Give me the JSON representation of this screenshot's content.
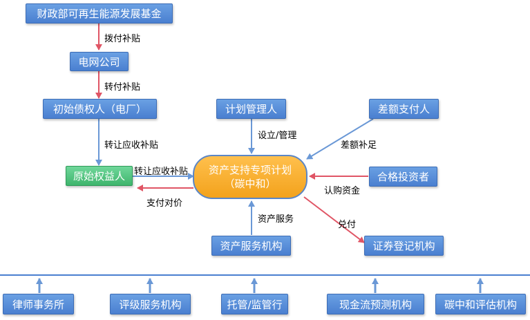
{
  "nodes": {
    "fund": "财政部可再生能源发展基金",
    "grid": "电网公司",
    "creditor": "初始债权人（电厂）",
    "originator": "原始权益人",
    "manager": "计划管理人",
    "deficiency": "差额支付人",
    "spv_line1": "资产支持专项计划",
    "spv_line2": "（碳中和）",
    "investor": "合格投资者",
    "servicer": "资产服务机构",
    "registry": "证券登记机构"
  },
  "edges": {
    "allocate": "拨付补贴",
    "transfer": "转付补贴",
    "assign": "转让应收补贴",
    "assign2": "转让应收补贴",
    "pay_price": "支付对价",
    "setup": "设立/管理",
    "shortfall": "差额补足",
    "subscribe": "认购资金",
    "service": "资产服务",
    "redeem": "兑付"
  },
  "providers": [
    "律师事务所",
    "评级服务机构",
    "托管/监管行",
    "现金流预测机构",
    "碳中和评估机构"
  ],
  "colors": {
    "blue_box": "#5a8fdb",
    "green_box": "#4cc27a",
    "orange_center": "#f6ad2e",
    "arrow_blue": "#6a98d6",
    "arrow_red": "#e05565"
  }
}
